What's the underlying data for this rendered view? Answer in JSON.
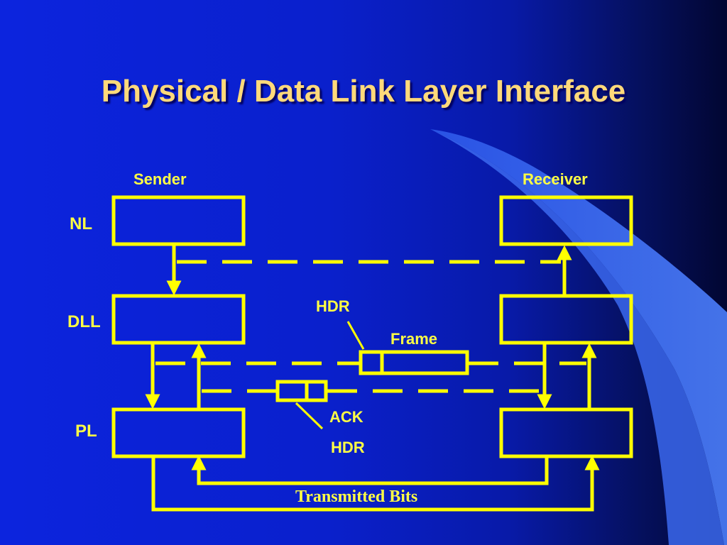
{
  "title": "Physical / Data Link Layer Interface",
  "columns": {
    "sender": "Sender",
    "receiver": "Receiver"
  },
  "layers": {
    "network": "NL",
    "data_link": "DLL",
    "physical": "PL"
  },
  "labels": {
    "frame_header": "HDR",
    "frame": "Frame",
    "ack": "ACK",
    "ack_header": "HDR",
    "transmitted_bits": "Transmitted Bits"
  },
  "colors": {
    "background_start": "#0c24de",
    "background_end": "#020632",
    "accent_swoosh": "#3a6cf0",
    "line": "#ffff00",
    "title": "#ffd97a"
  }
}
